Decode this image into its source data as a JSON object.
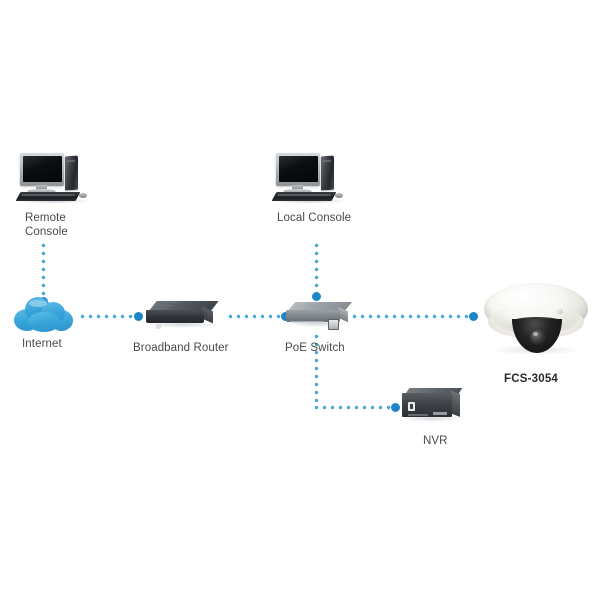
{
  "diagram": {
    "title": "FCS-3054 network application diagram",
    "background_color": "#ffffff",
    "link_color": "#4ba7d8",
    "endpoint_color": "#1f86c6",
    "cloud_color": "#36a3d8"
  },
  "nodes": {
    "remote_console": {
      "label": "Remote\nConsole",
      "icon": "desktop-computer-icon"
    },
    "local_console": {
      "label": "Local Console",
      "icon": "desktop-computer-icon"
    },
    "internet": {
      "label": "Internet",
      "icon": "cloud-icon"
    },
    "broadband_router": {
      "label": "Broadband Router",
      "icon": "router-icon"
    },
    "poe_switch": {
      "label": "PoE Switch",
      "icon": "network-switch-icon"
    },
    "nvr": {
      "label": "NVR",
      "icon": "nvr-recorder-icon"
    },
    "camera": {
      "label": "FCS-3054",
      "icon": "dome-camera-icon"
    }
  },
  "links": [
    {
      "name": "remote-console-to-internet",
      "style": "dotted-vertical"
    },
    {
      "name": "internet-to-broadband-router",
      "style": "dotted-horizontal"
    },
    {
      "name": "broadband-router-to-poe-switch",
      "style": "dotted-horizontal"
    },
    {
      "name": "local-console-to-poe-switch",
      "style": "dotted-vertical"
    },
    {
      "name": "poe-switch-to-camera",
      "style": "dotted-horizontal"
    },
    {
      "name": "poe-switch-to-nvr",
      "style": "dotted-elbow"
    }
  ]
}
